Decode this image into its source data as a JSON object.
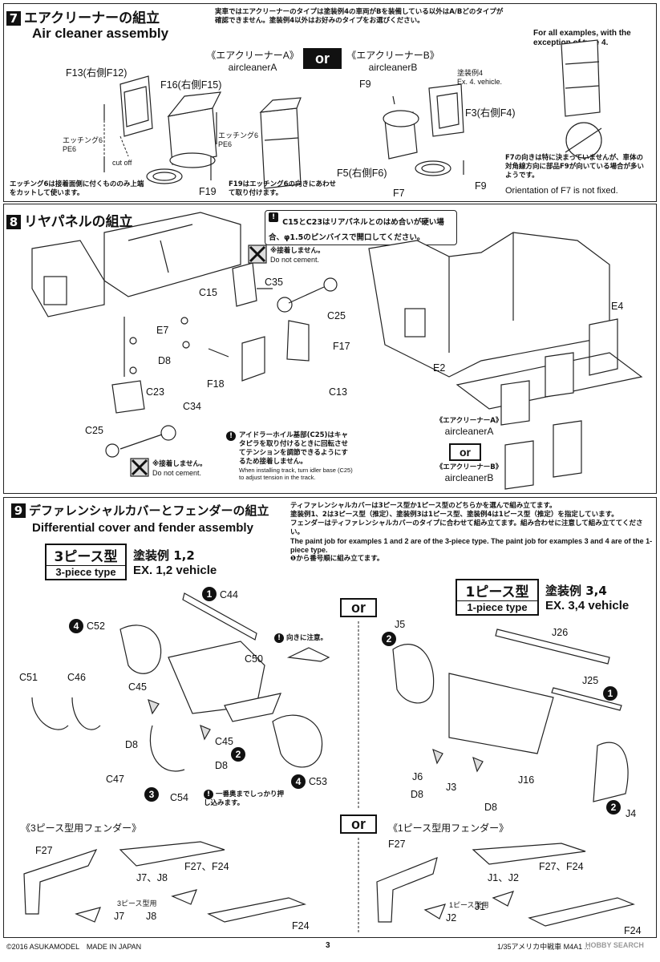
{
  "step7": {
    "number": "7",
    "title_jp": "エアクリーナーの組立",
    "title_en": "Air cleaner assembly",
    "note_jp": "実車ではエアクリーナーのタイプは塗装例4の車両がBを装備している以外はA/Bどのタイプが確認できません。塗装例4以外はお好みのタイプをお選びください。",
    "note_en": "For all examples, with the exception of type 4.",
    "typeA_jp": "《エアクリーナーA》",
    "typeA_en": "aircleanerA",
    "or": "or",
    "typeB_jp": "《エアクリーナーB》",
    "typeB_en": "aircleanerB",
    "labels": {
      "f13": "F13(右側F12)",
      "f16": "F16(右側F15)",
      "etching_left": "エッチング6\nPE6",
      "cut_off": "cut off",
      "etching_right": "エッチング6\nPE6",
      "f19": "F19",
      "f19_note": "F19はエッチング6の向きにあわせて取り付けます。",
      "etching_note": "エッチング6は接着面側に付くもののみ上端をカットして使います。",
      "f9_top": "F9",
      "paint4": "塗装例4\nEx. 4. vehicle.",
      "f3": "F3(右側F4)",
      "f5": "F5(右側F6)",
      "f7": "F7",
      "f9_bottom": "F9",
      "f7_note_jp": "F7の向きは特に決まっていませんが、車体の対角線方向に部品F9が向いている場合が多いようです。",
      "f7_note_en": "Orientation of F7 is not fixed."
    }
  },
  "step8": {
    "number": "8",
    "title_jp": "リヤパネルの組立",
    "warning_jp": "C15とC23はリアパネルとのはめ合いが硬い場合、φ1.5のピンバイスで開口してください。",
    "no_cement_jp": "※接着しません。",
    "no_cement_en": "Do not cement.",
    "labels": {
      "c35": "C35",
      "c15": "C15",
      "c25_top": "C25",
      "e7": "E7",
      "d8": "D8",
      "f17": "F17",
      "f18": "F18",
      "c13": "C13",
      "c23": "C23",
      "c34": "C34",
      "c25_bottom": "C25",
      "e4": "E4",
      "e2": "E2"
    },
    "idler_note_jp": "アイドラーホイル基部(C25)はキャタピラを取り付けるときに回転させてテンションを調節できるようにするため接着しません。",
    "idler_note_en": "When installing track, turn idler base (C25) to adjust tension in the track.",
    "typeA_jp": "《エアクリーナーA》",
    "typeA_en": "aircleanerA",
    "or": "or",
    "typeB_jp": "《エアクリーナーB》",
    "typeB_en": "aircleanerB"
  },
  "step9": {
    "number": "9",
    "title_jp": "デファレンシャルカバーとフェンダーの組立",
    "title_en": "Differential cover and fender assembly",
    "note_jp_1": "ティファレンシャルカバーは3ピース型か1ピース型のどちらかを選んで組み立てます。",
    "note_jp_2": "塗装例1、2は3ピース型（推定）、塗装例3は1ピース型、塗装例4は1ピース型（推定）を指定しています。",
    "note_jp_3": "フェンダーはティファレンシャルカバーのタイプに合わせて組み立てます。組み合わせに注意して組み立ててください。",
    "note_en_1": "The paint job for examples 1 and 2 are of the 3-piece type. The paint job for examples 3 and 4 are of the 1-piece type.",
    "note_order": "❶から番号順に組み立てます。",
    "three_piece_jp": "3ピース型",
    "three_piece_en": "3-piece type",
    "three_paint_jp": "塗装例 1,2",
    "three_paint_en": "EX. 1,2 vehicle",
    "one_piece_jp": "1ピース型",
    "one_piece_en": "1-piece type",
    "one_paint_jp": "塗装例 3,4",
    "one_paint_en": "EX. 3,4 vehicle",
    "or": "or",
    "direction_note": "向きに注意。",
    "push_note": "一番奥までしっかり押し込みます。",
    "labels": {
      "c44": "C44",
      "c52": "C52",
      "c50": "C50",
      "c51": "C51",
      "c46": "C46",
      "c45a": "C45",
      "c45b": "C45",
      "d8a": "D8",
      "d8b": "D8",
      "c47": "C47",
      "c54": "C54",
      "c53": "C53",
      "j5": "J5",
      "j26": "J26",
      "j25": "J25",
      "j6": "J6",
      "j3": "J3",
      "j16": "J16",
      "d8c": "D8",
      "d8d": "D8",
      "j4": "J4"
    },
    "circle_numbers": {
      "c44": "1",
      "c52": "4",
      "c47": "3",
      "c45": "2",
      "c53": "4",
      "j5": "2",
      "j25": "1",
      "j4": "2"
    },
    "fender3_title": "《3ピース型用フェンダー》",
    "fender1_title": "《1ピース型用フェンダー》",
    "fender3_labels": {
      "f27": "F27",
      "j7j8": "J7、J8",
      "f27f24": "F27、F24",
      "use3": "3ピース型用",
      "j7": "J7",
      "j8": "J8",
      "f24": "F24"
    },
    "fender1_labels": {
      "f27": "F27",
      "j1j2": "J1、J2",
      "f27f24": "F27、F24",
      "use1": "1ピース型用",
      "j2": "J2",
      "j1": "J1",
      "f24": "F24"
    }
  },
  "footer": {
    "copyright": "©2016 ASUKAMODEL　MADE IN JAPAN",
    "page": "3",
    "scale": "1/35アメリカ中戦車 M4A1 ...",
    "watermark": "HOBBY SEARCH"
  }
}
